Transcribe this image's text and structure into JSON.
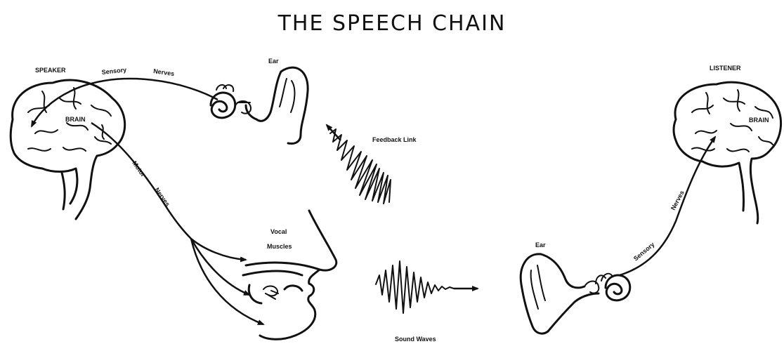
{
  "title": "THE SPEECH CHAIN",
  "speaker": {
    "heading": "SPEAKER",
    "brain": "BRAIN",
    "sensory": "Sensory",
    "nerves_top": "Nerves",
    "ear": "Ear",
    "motor": "Motor",
    "nerves_motor": "Nerves",
    "vocal": "Vocal",
    "muscles": "Muscles"
  },
  "feedback_link": "Feedback Link",
  "sound_waves": "Sound Waves",
  "listener": {
    "heading": "LISTENER",
    "brain": "BRAIN",
    "ear": "Ear",
    "sensory": "Sensory",
    "nerves": "Nerves"
  }
}
